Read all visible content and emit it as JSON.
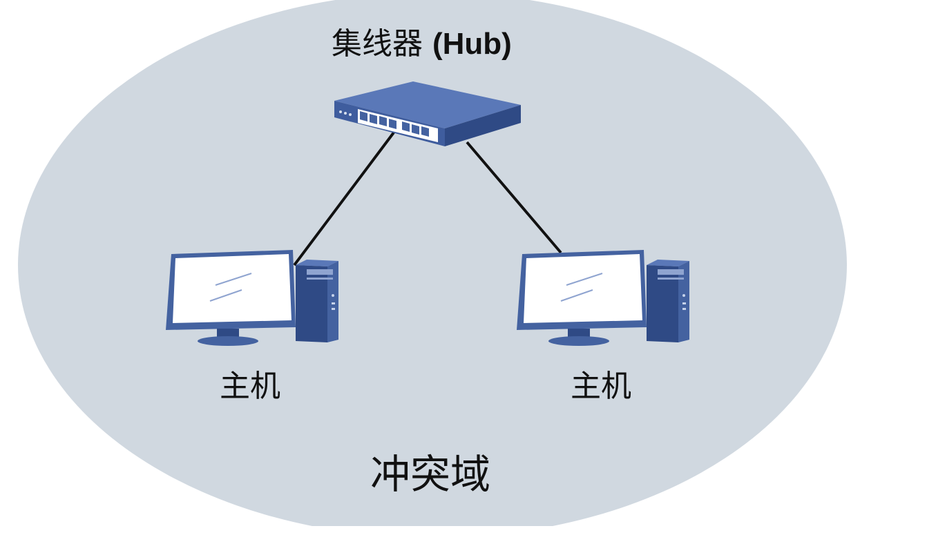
{
  "hub": {
    "label_cn": "集线器",
    "label_en": "(Hub)"
  },
  "hosts": [
    {
      "label": "主机"
    },
    {
      "label": "主机"
    }
  ],
  "domain": {
    "label": "冲突域"
  },
  "colors": {
    "domain_fill": "#d0d8e0",
    "device_blue": "#4462a0",
    "device_blue_dark": "#2f4a85",
    "device_blue_light": "#5a78b8",
    "screen": "#ffffff",
    "cable": "#111111"
  }
}
